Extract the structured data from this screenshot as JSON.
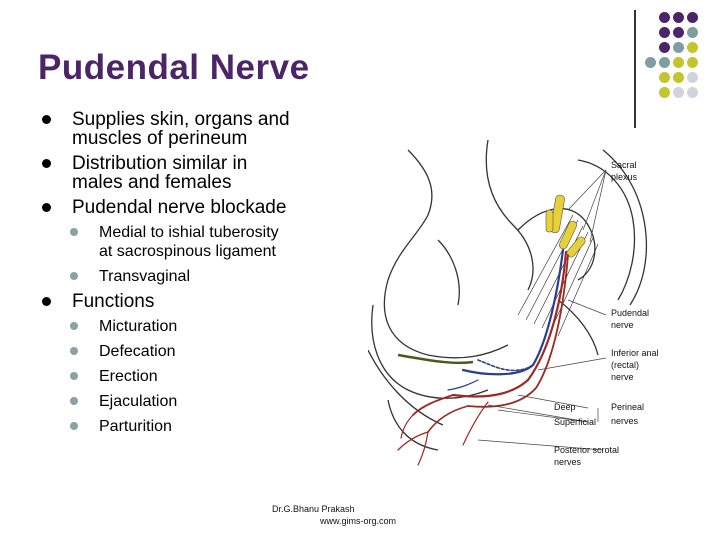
{
  "title": "Pudendal Nerve",
  "bullets": [
    {
      "text": "Supplies skin, organs and muscles of perineum",
      "lines": [
        "Supplies skin, organs and",
        "muscles of perineum"
      ],
      "sub": []
    },
    {
      "text": "Distribution similar in males and females",
      "lines": [
        "Distribution similar in",
        "males and females"
      ],
      "sub": []
    },
    {
      "text": "Pudendal nerve blockade",
      "lines": [
        "Pudendal nerve  blockade"
      ],
      "sub": [
        {
          "lines": [
            "Medial to ishial tuberosity",
            "at sacrospinous ligament"
          ]
        },
        {
          "lines": [
            "Transvaginal"
          ]
        }
      ]
    },
    {
      "text": "Functions",
      "lines": [
        "Functions"
      ],
      "sub": [
        {
          "lines": [
            "Micturation"
          ]
        },
        {
          "lines": [
            "Defecation"
          ]
        },
        {
          "lines": [
            "Erection"
          ]
        },
        {
          "lines": [
            "Ejaculation"
          ]
        },
        {
          "lines": [
            "Parturition"
          ]
        }
      ]
    }
  ],
  "diagram": {
    "labels": {
      "sacral_plexus_1": "Sacral",
      "sacral_plexus_2": "plexus",
      "pudendal_1": "Pudendal",
      "pudendal_2": "nerve",
      "inferior_anal_1": "Inferior anal",
      "inferior_anal_2": "(rectal)",
      "inferior_anal_3": "nerve",
      "deep": "Deep",
      "superficial": "Superficial",
      "perineal_1": "Perineal",
      "perineal_2": "nerves",
      "posterior_scrotal_1": "Posterior scrotal",
      "posterior_scrotal_2": "nerves"
    },
    "colors": {
      "nerve_red": "#9c2a22",
      "nerve_blue": "#2b3f8f",
      "plexus_yellow": "#e6d13a",
      "outline": "#333333"
    }
  },
  "decor": {
    "dot_colors": {
      "purple": "#4b2568",
      "teal": "#7f9ea2",
      "olive": "#c3c52e",
      "gray": "#d3d3df"
    }
  },
  "footer": {
    "author": "Dr.G.Bhanu Prakash",
    "website": "www.gims-org.com"
  }
}
